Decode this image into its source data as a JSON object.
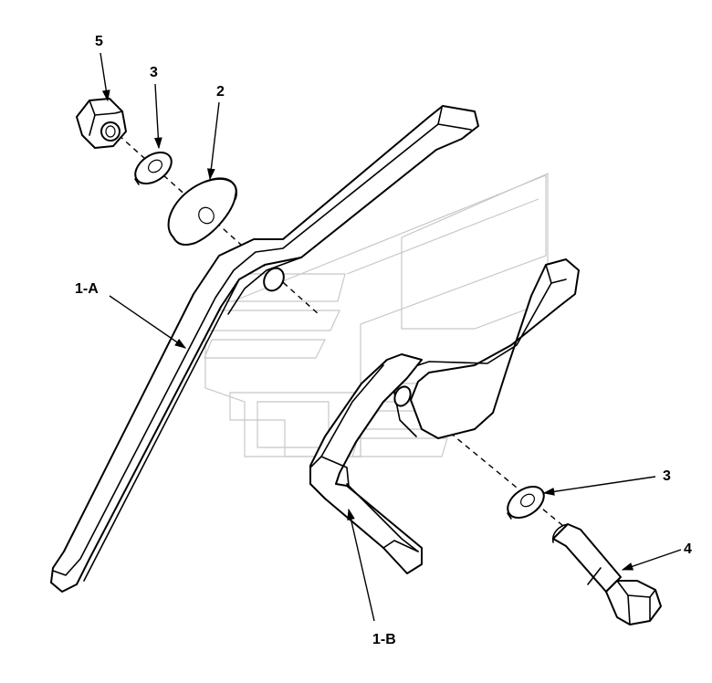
{
  "callouts": {
    "nut": "5",
    "lock_washer_top": "3",
    "flat_washer": "2",
    "bracket_a": "1-A",
    "bracket_b": "1-B",
    "lock_washer_bottom": "3",
    "bolt": "4"
  },
  "colors": {
    "line": "#000000",
    "watermark": "#c8c8c8",
    "background": "#ffffff"
  }
}
